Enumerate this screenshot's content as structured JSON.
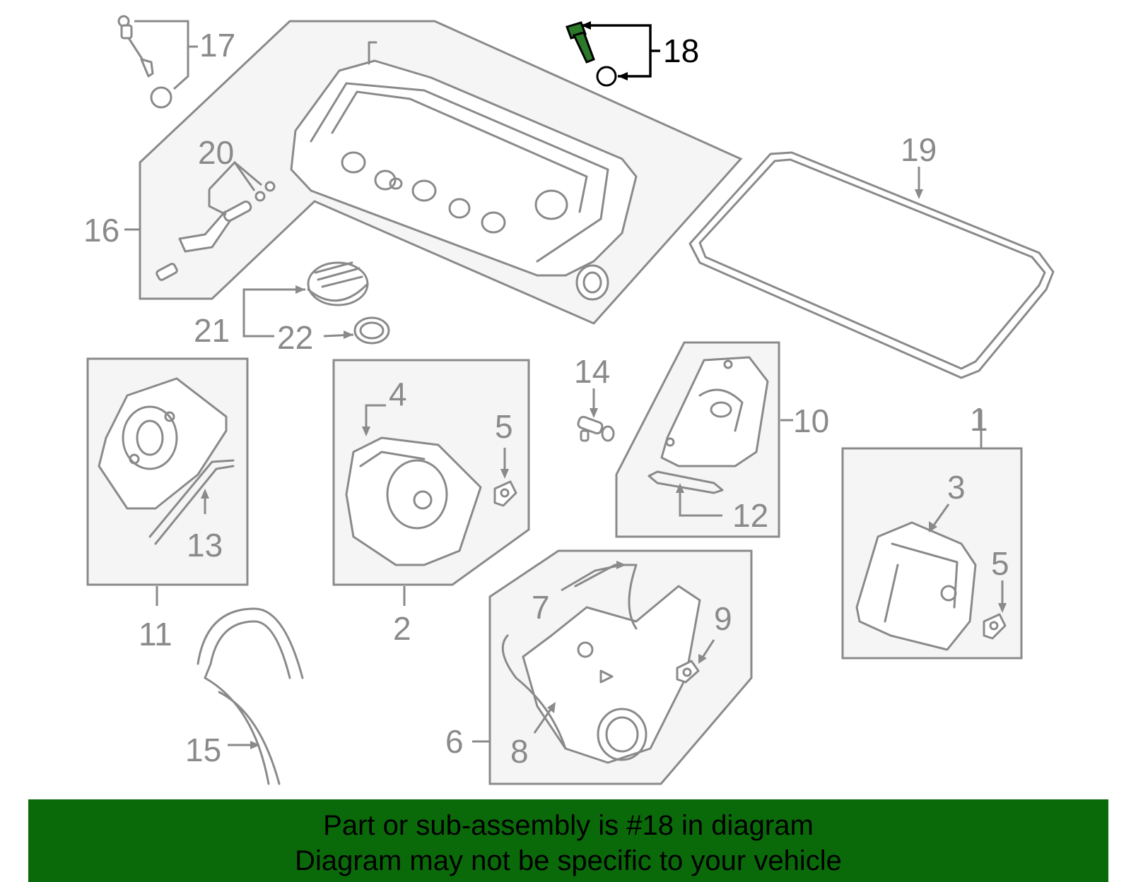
{
  "colors": {
    "line": "#8a8a8a",
    "highlight": "#000000",
    "highlight_part": "#2a7a2a",
    "banner_background": "#0a6a0a",
    "box_fill": "#f5f5f5"
  },
  "callouts": {
    "c1": "1",
    "c2": "2",
    "c3": "3",
    "c4": "4",
    "c5a": "5",
    "c5b": "5",
    "c6": "6",
    "c7": "7",
    "c8": "8",
    "c9": "9",
    "c10": "10",
    "c11": "11",
    "c12": "12",
    "c13": "13",
    "c14": "14",
    "c15": "15",
    "c16": "16",
    "c17": "17",
    "c18": "18",
    "c19": "19",
    "c20": "20",
    "c21": "21",
    "c22": "22"
  },
  "highlighted_part": "18",
  "banner": {
    "line1": "Part or sub-assembly is #18 in diagram",
    "line2": "Diagram may not be specific to your vehicle"
  }
}
